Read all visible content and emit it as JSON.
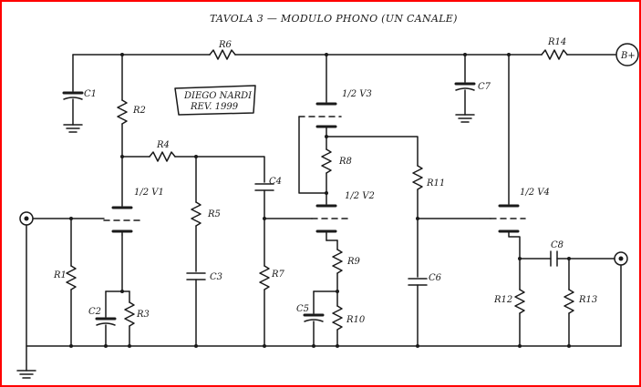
{
  "title": "TAVOLA 3 — MODULO PHONO (UN CANALE)",
  "author_stamp": {
    "line1": "DIEGO NARDI",
    "line2": "REV. 1999"
  },
  "supply_label": "B+",
  "components": {
    "R1": "R1",
    "R2": "R2",
    "R3": "R3",
    "R4": "R4",
    "R5": "R5",
    "R6": "R6",
    "R7": "R7",
    "R8": "R8",
    "R9": "R9",
    "R10": "R10",
    "R11": "R11",
    "R12": "R12",
    "R13": "R13",
    "R14": "R14",
    "C1": "C1",
    "C2": "C2",
    "C3": "C3",
    "C4": "C4",
    "C5": "C5",
    "C6": "C6",
    "C7": "C7",
    "C8": "C8",
    "V1": "1/2 V1",
    "V2": "1/2 V2",
    "V3": "1/2 V3",
    "V4": "1/2 V4"
  }
}
